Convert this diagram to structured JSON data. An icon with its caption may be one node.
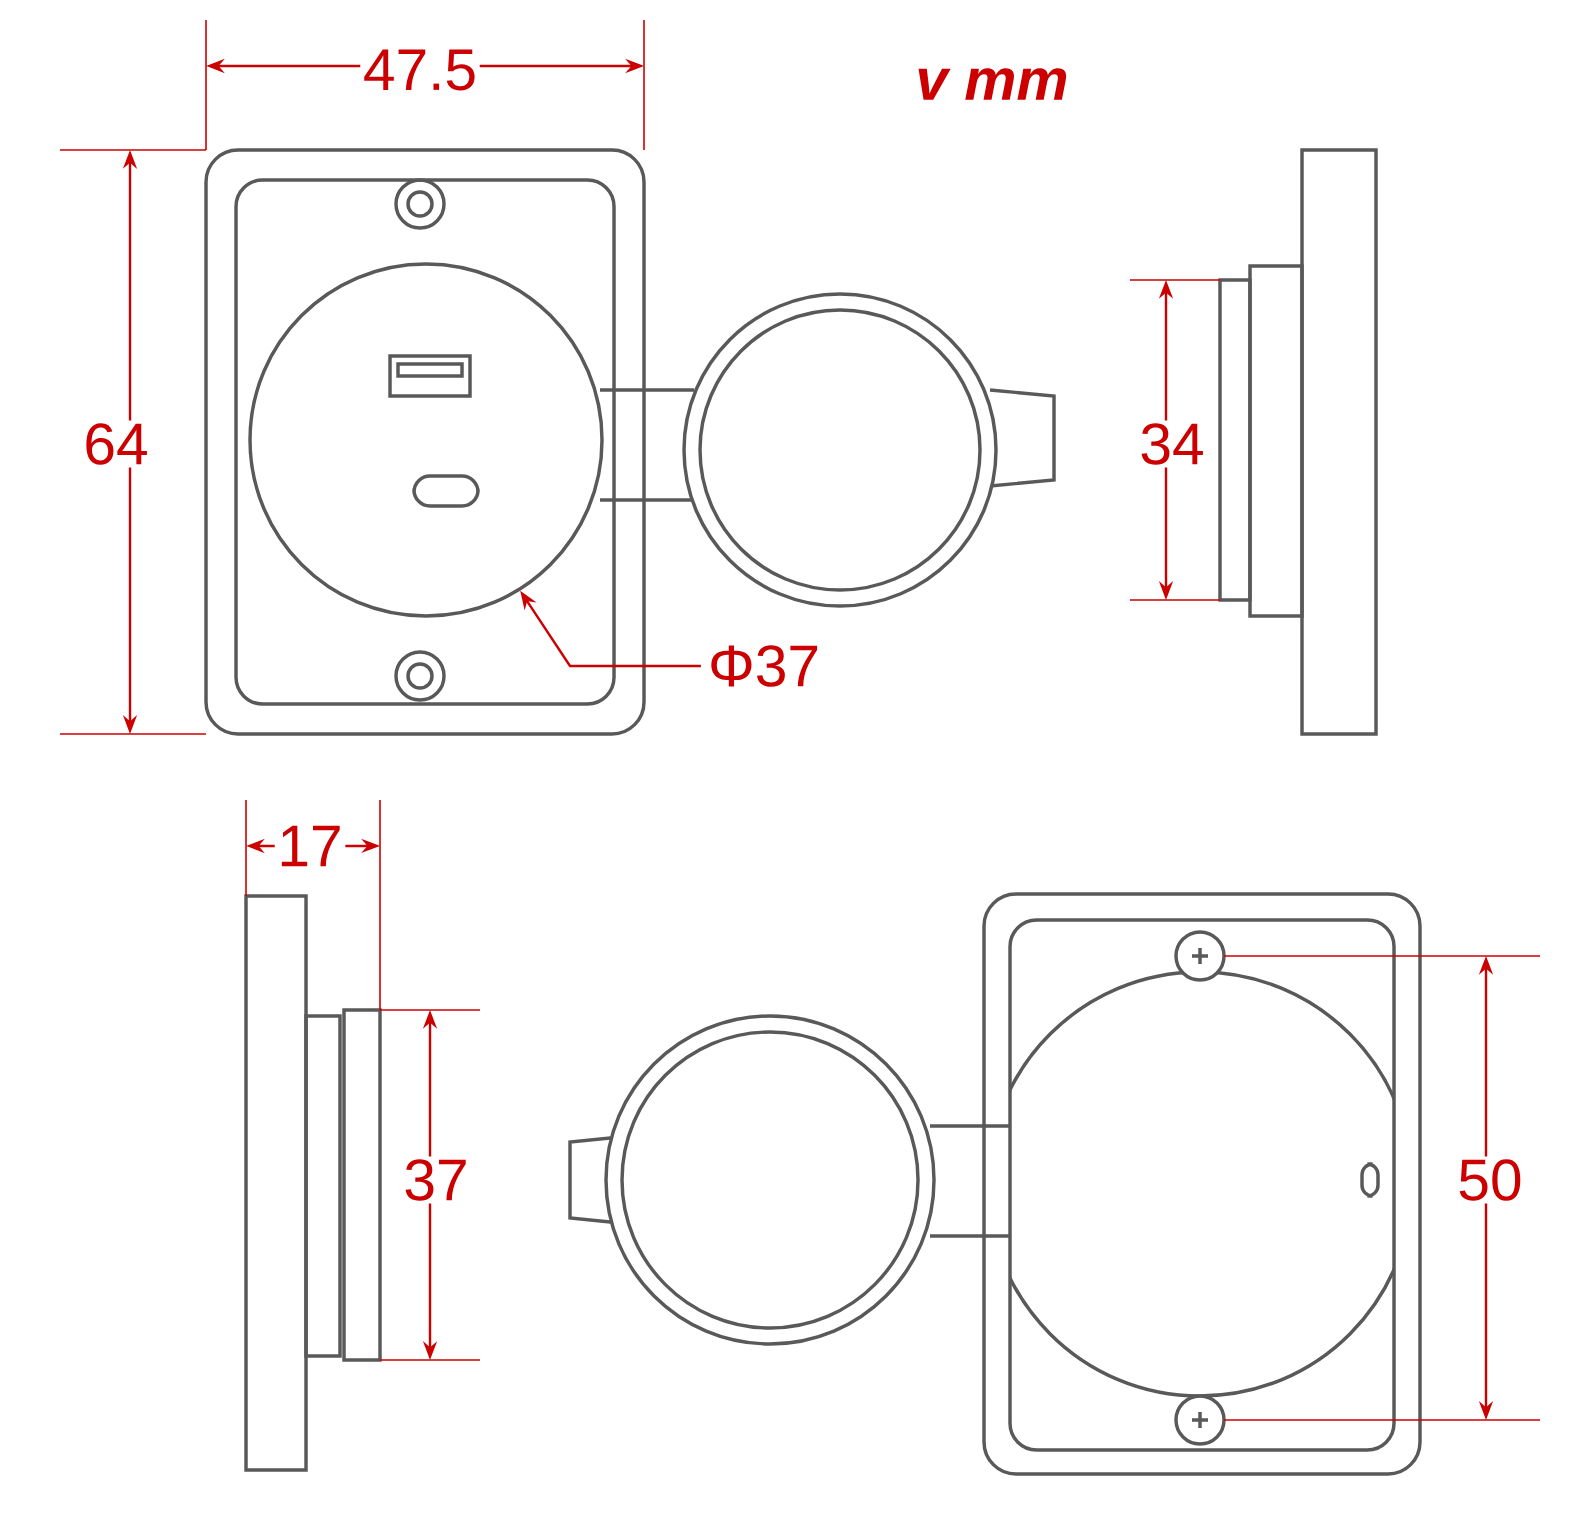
{
  "diagram": {
    "nodes": [
      {
        "text": [],
        "shape": "circle"
      },
      {
        "text": [
          "Φ37"
        ]
      }
    ],
    "edges": [
      {
        "from": 1,
        "to": 0,
        "arrow": "to"
      }
    ],
    "labels": [
      "47.5",
      "v mm",
      "64",
      "34",
      "17",
      "37",
      "50"
    ]
  }
}
